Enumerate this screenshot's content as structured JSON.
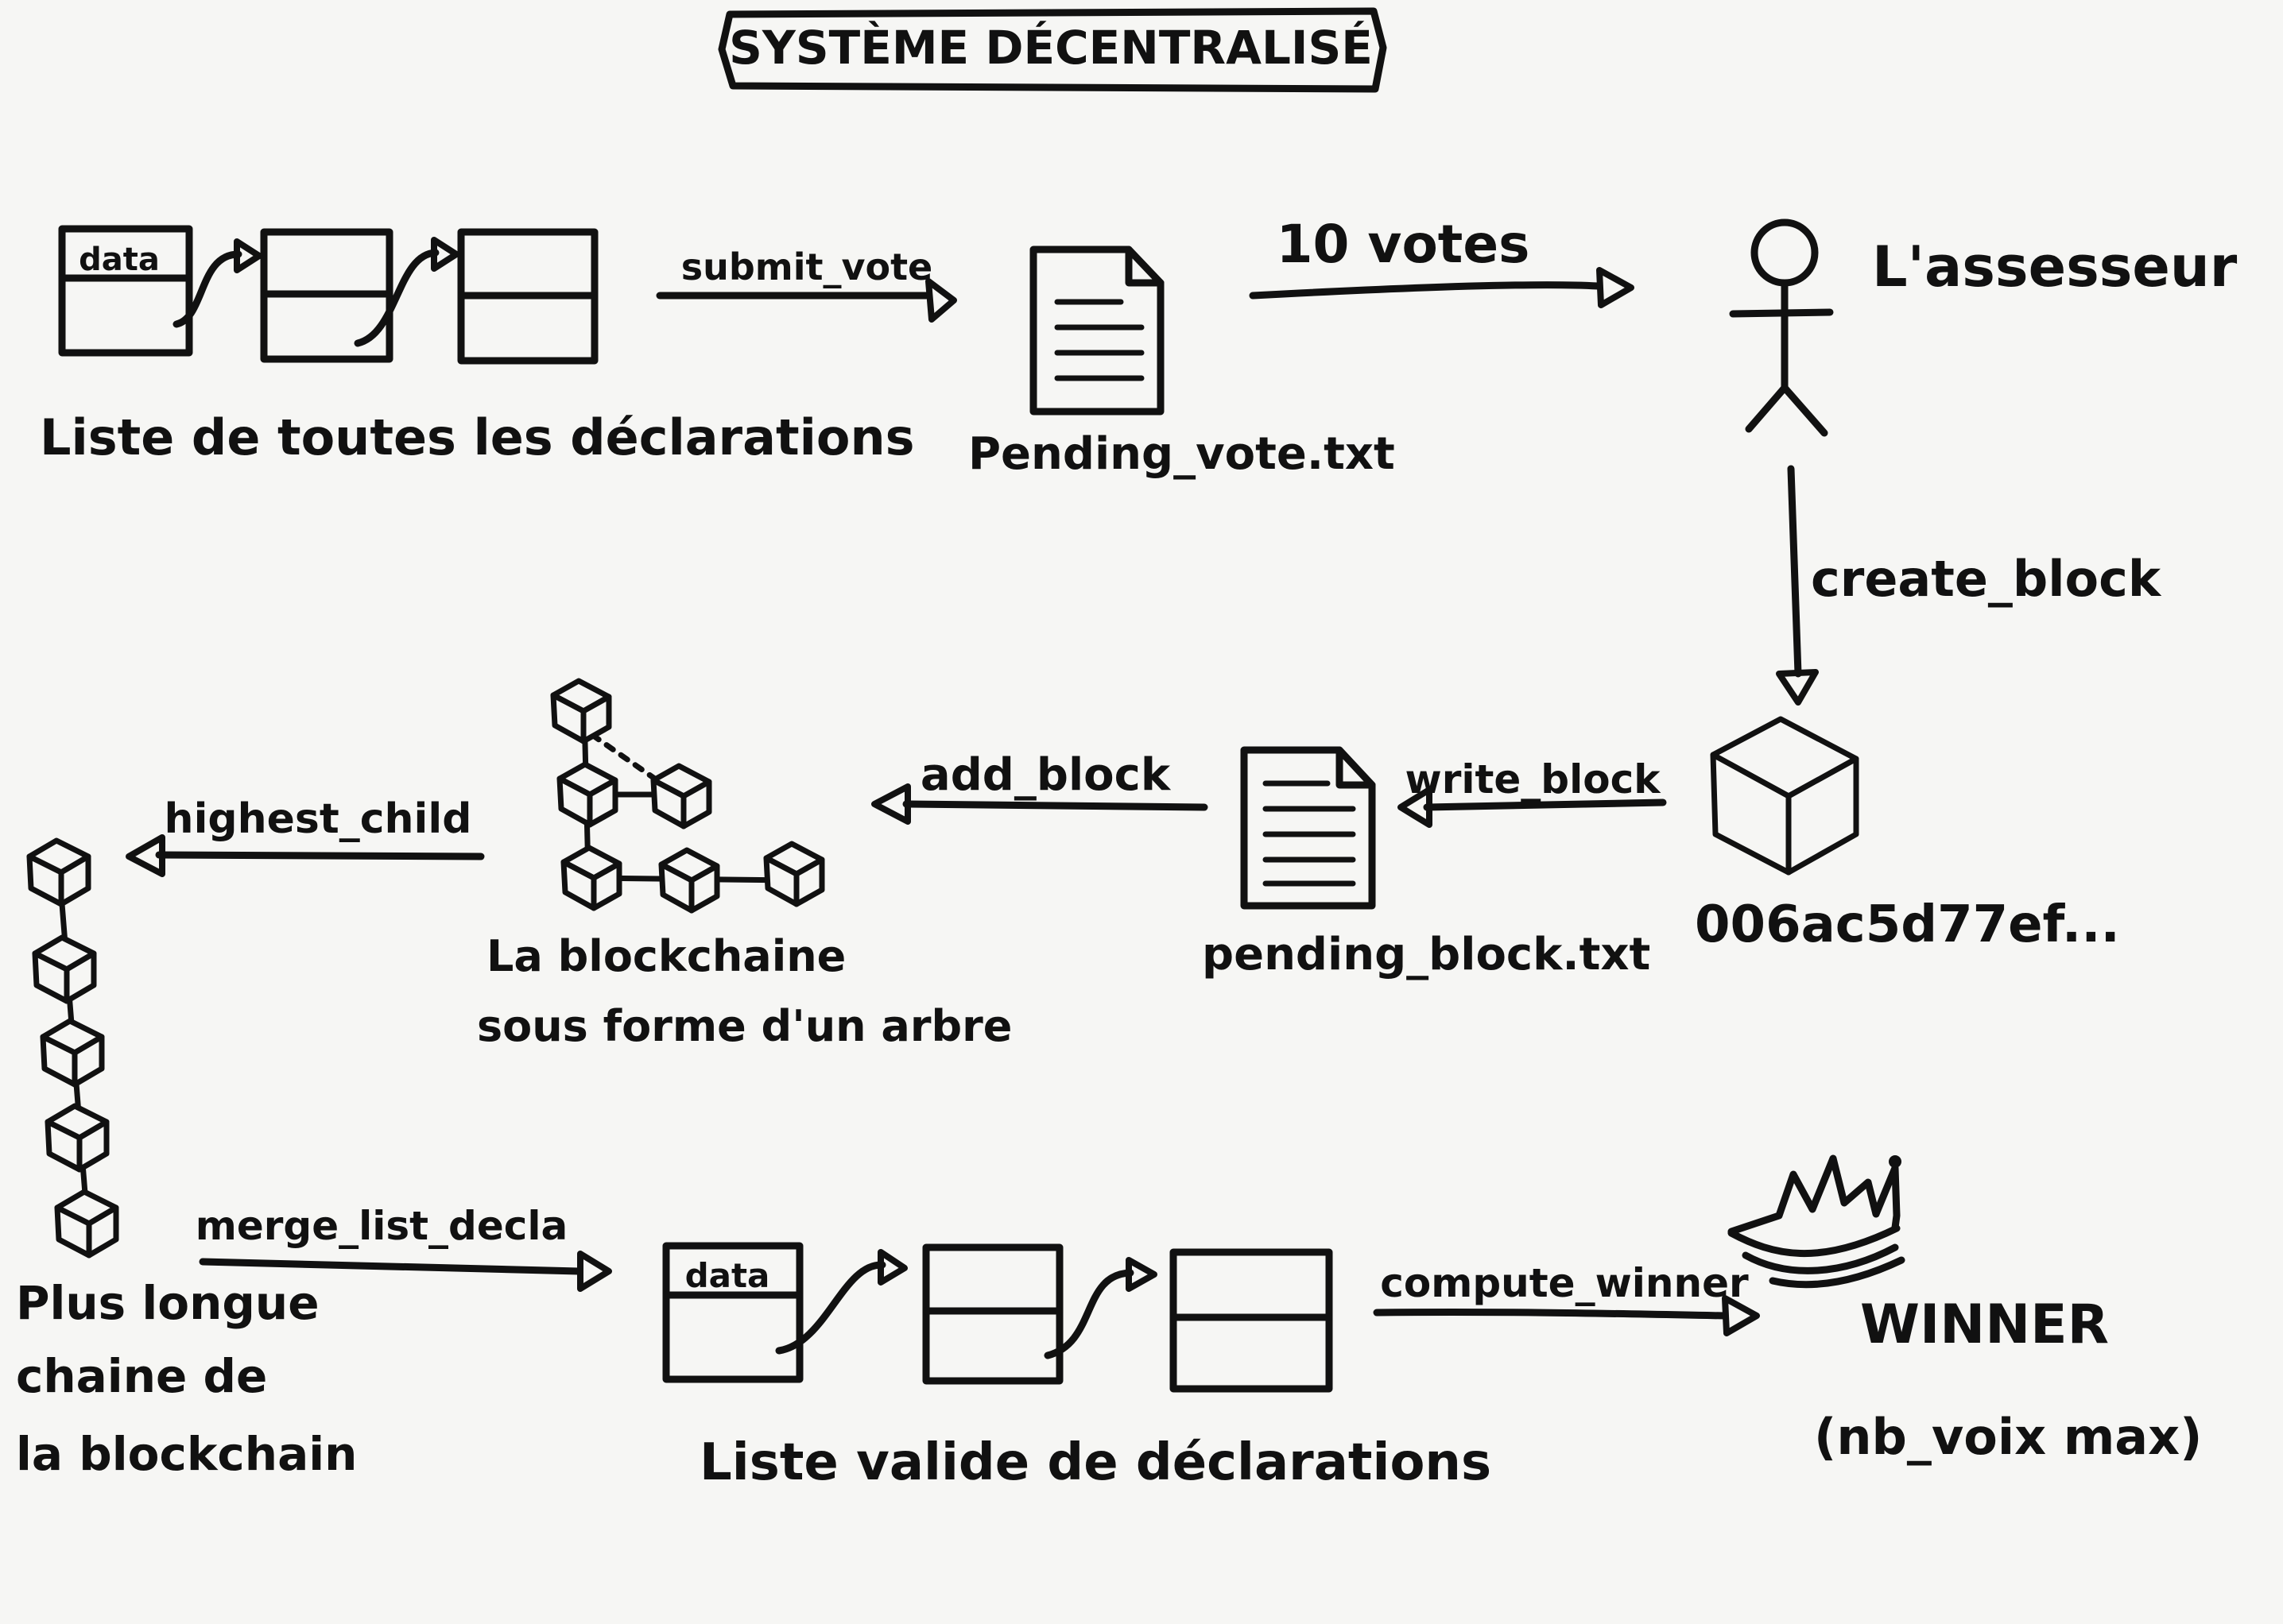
{
  "title": "SYSTÈME DÉCENTRALISÉ",
  "nodes": {
    "all_declarations_list": {
      "label": "Liste de toutes les déclarations",
      "cell_label": "data"
    },
    "pending_vote_file": {
      "label": "Pending_vote.txt"
    },
    "assessor": {
      "label": "L'assesseur"
    },
    "block": {
      "label": "006ac5d77ef..."
    },
    "pending_block_file": {
      "label": "pending_block.txt"
    },
    "blockchain_tree": {
      "label_line1": "La blockchaine",
      "label_line2": "sous forme d'un arbre"
    },
    "longest_chain": {
      "label_line1": "Plus longue",
      "label_line2": "chaine de",
      "label_line3": "la blockchain"
    },
    "valid_declarations_list": {
      "label": "Liste valide de déclarations",
      "cell_label": "data"
    },
    "winner": {
      "label_line1": "WINNER",
      "label_line2": "(nb_voix max)"
    }
  },
  "edges": {
    "submit_vote": "submit_vote",
    "ten_votes": "10 votes",
    "create_block": "create_block",
    "write_block": "write_block",
    "add_block": "add_block",
    "highest_child": "highest_child",
    "merge_list_decla": "merge_list_decla",
    "compute_winner": "compute_winner"
  }
}
